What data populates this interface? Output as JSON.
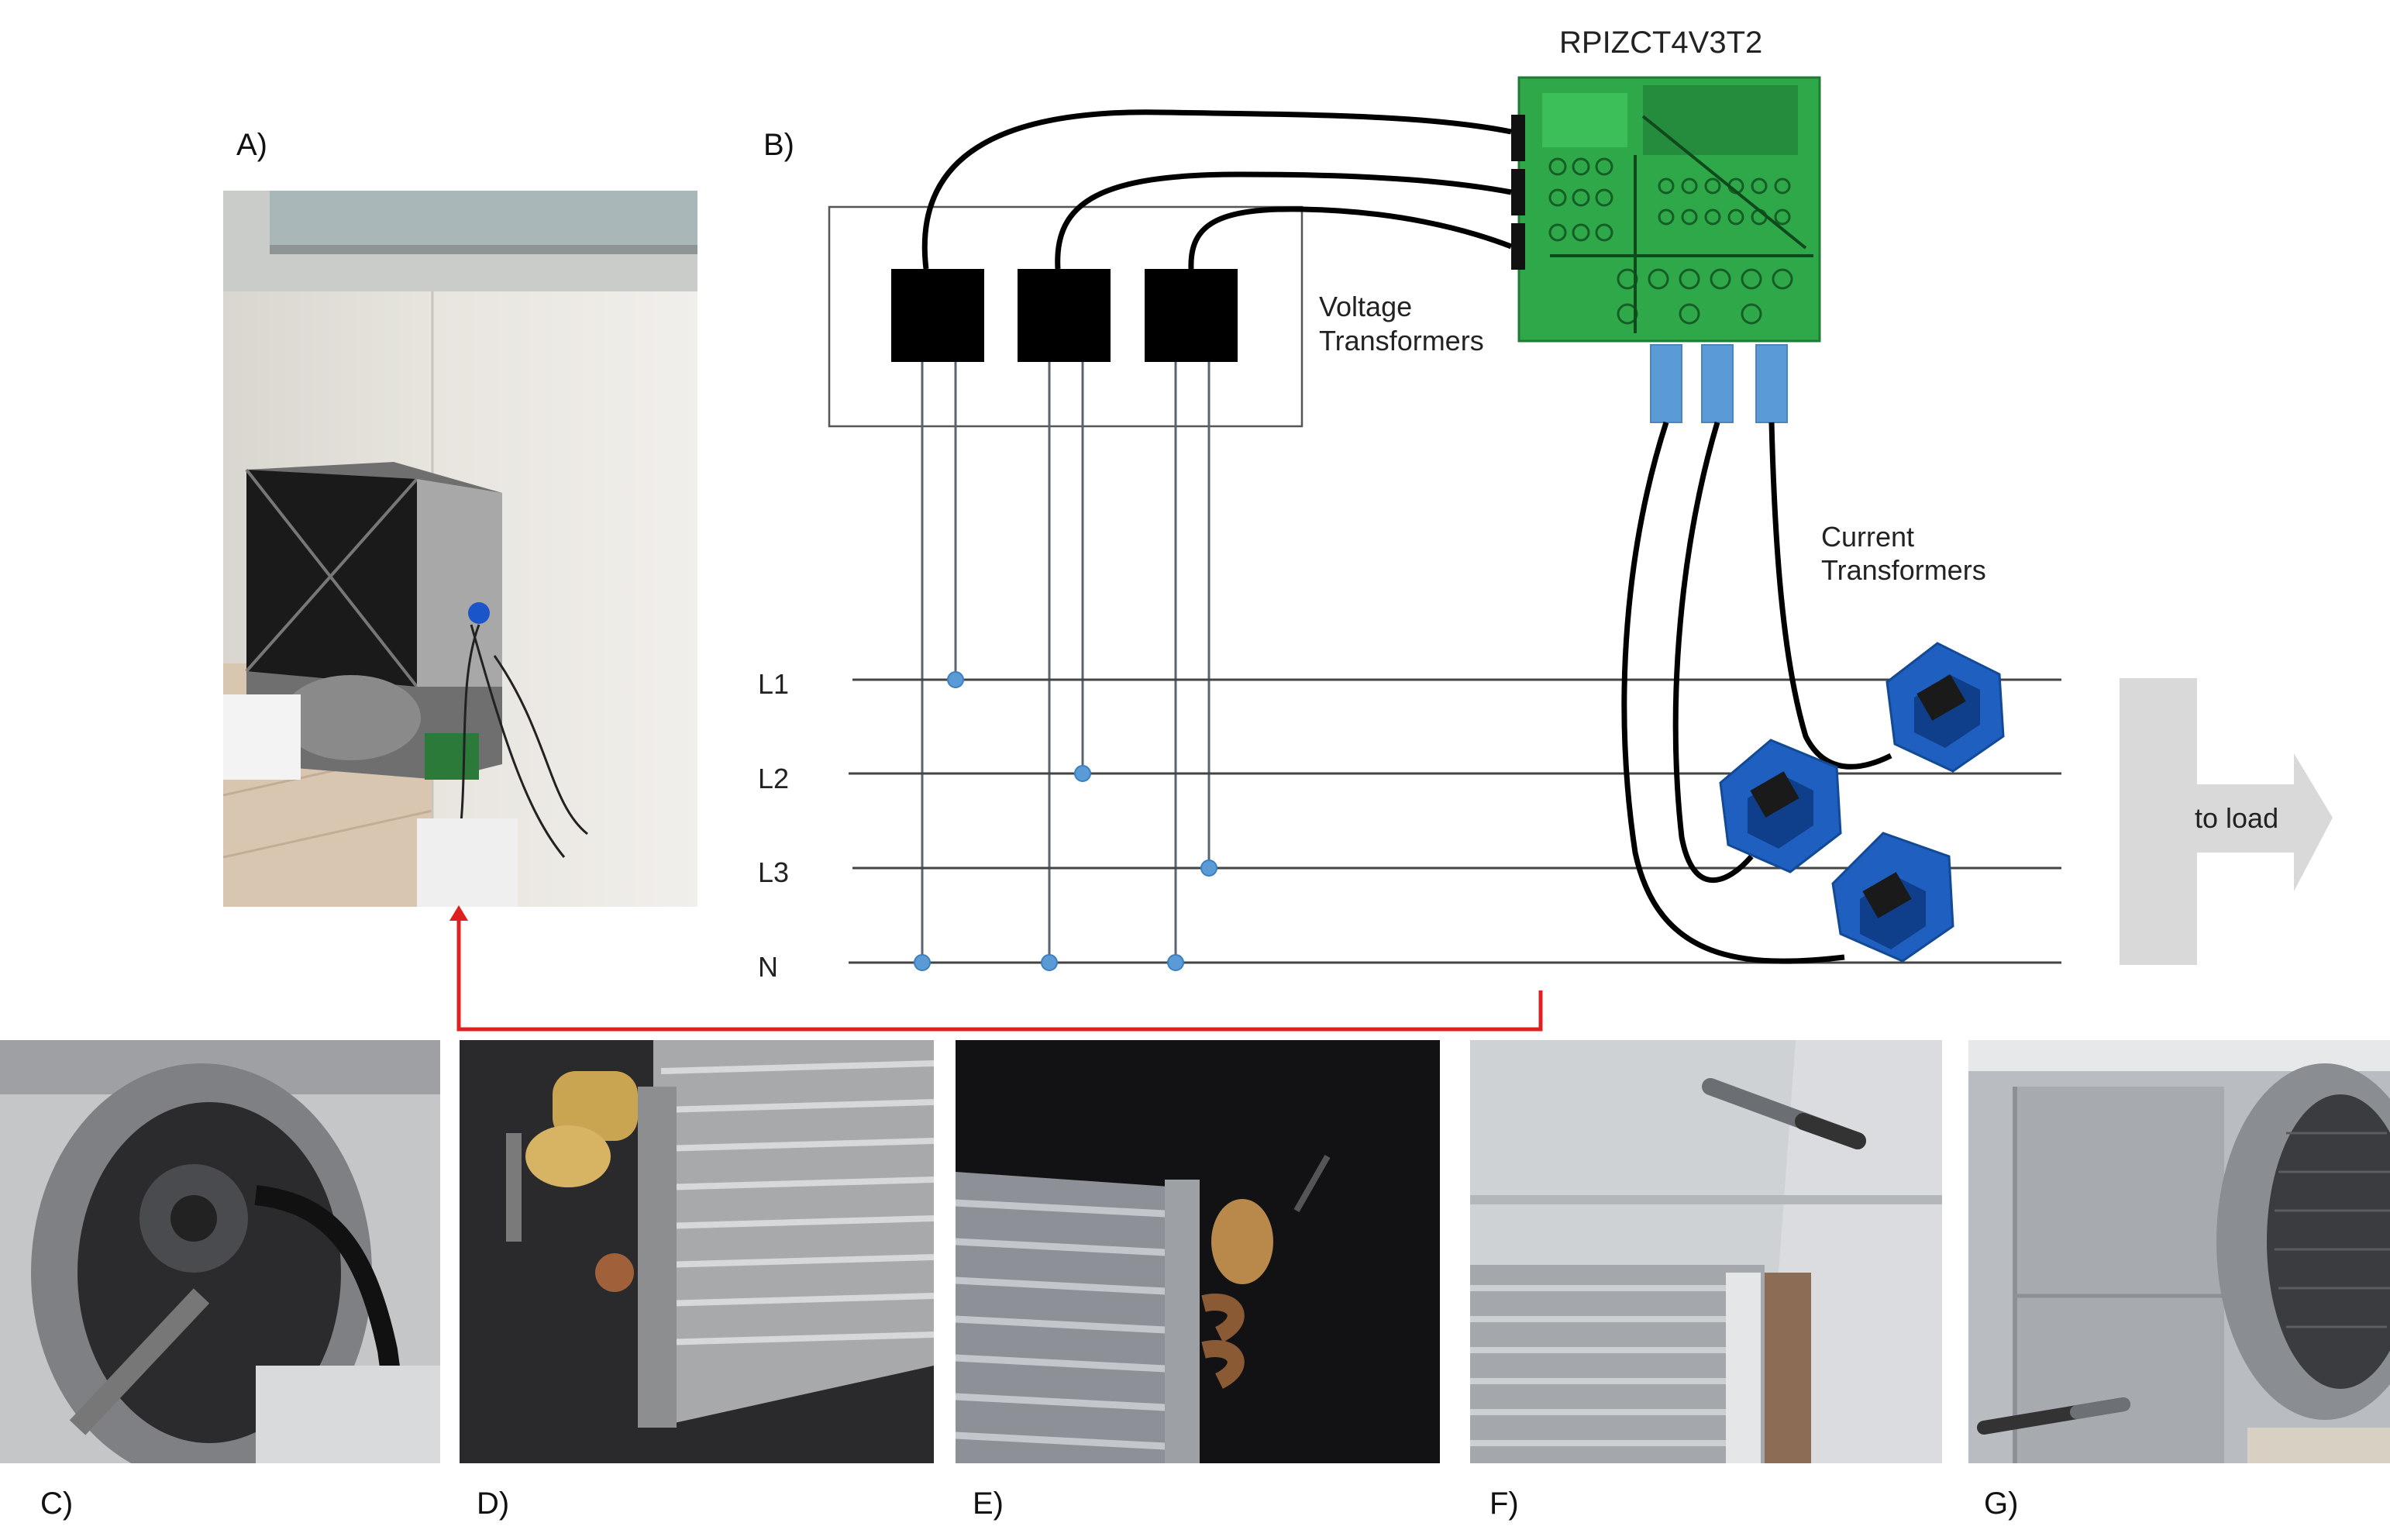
{
  "panels": {
    "a": "A)",
    "b": "B)",
    "c": "C)",
    "d": "D)",
    "e": "E)",
    "f": "F)",
    "g": "G)"
  },
  "diagram": {
    "board_name": "RPIZCT4V3T2",
    "voltage_label_line1": "Voltage",
    "voltage_label_line2": "Transformers",
    "current_label_line1": "Current",
    "current_label_line2": "Transformers",
    "lines": [
      "L1",
      "L2",
      "L3",
      "N"
    ],
    "arrow_label": "to load"
  },
  "colors": {
    "pcb_green": "#2fa84a",
    "sensor_blue": "#5b9bd5",
    "ct_blue": "#1f5fbf",
    "node_blue": "#5b9bd5",
    "link_red": "#e02020",
    "arrow_grey": "#d9d9d9"
  }
}
